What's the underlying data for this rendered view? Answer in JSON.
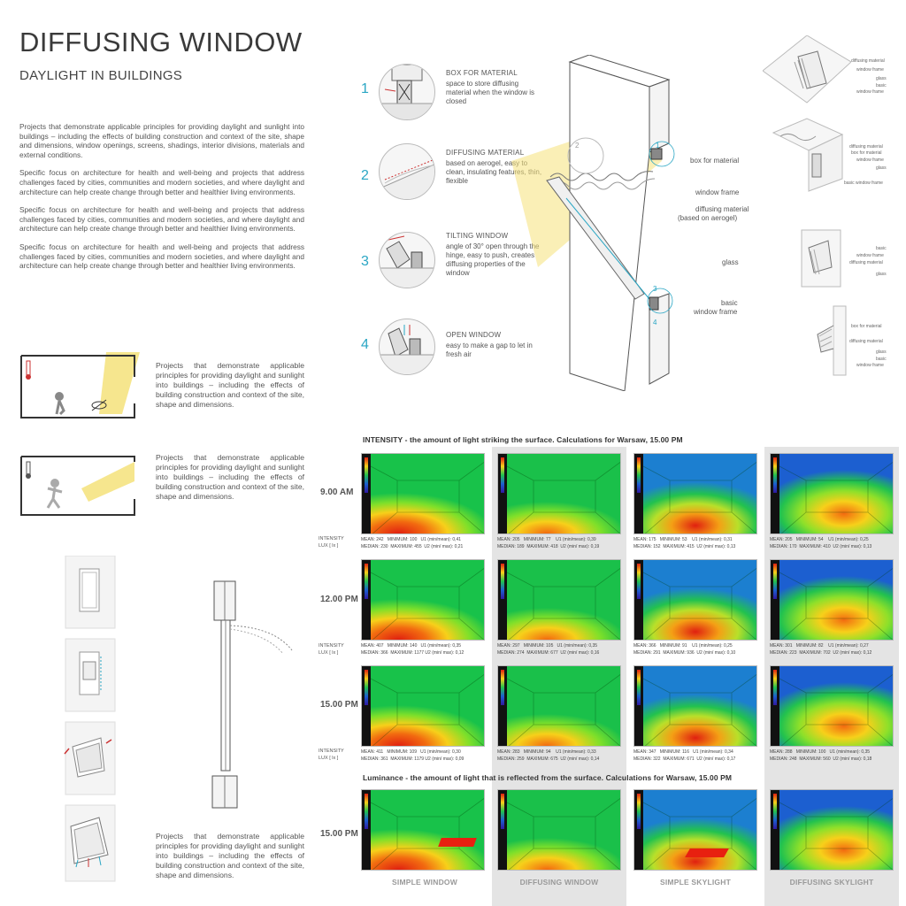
{
  "header": {
    "title": "DIFFUSING WINDOW",
    "subtitle": "DAYLIGHT IN BUILDINGS"
  },
  "intro": [
    "Projects that demonstrate applicable principles for providing daylight and sunlight into buildings – including the effects of building construction and context of the site, shape and dimensions, window openings, screens, shadings, interior divisions, materials and external conditions.",
    "Specific focus on architecture for health and well-being and projects that address challenges faced by cities, communities and modern societies, and where daylight and architecture can help create change through better and healthier living environments.",
    "Specific focus on architecture for health and well-being and projects that address challenges faced by cities, communities and modern societies, and where daylight and architecture can help create change through better and healthier living environments.",
    "Specific focus on architecture for health and well-being and projects that address challenges faced by cities, communities and modern societies, and where daylight and architecture can help create change through better and healthier living environments."
  ],
  "room_captions": {
    "first": "Projects that demonstrate applicable principles for providing daylight and sunlight into buildings – including the effects of building construction and context of the site, shape and dimensions.",
    "second": "Projects that demonstrate applicable principles for providing daylight and sunlight into buildings – including the effects of building construction and context of the site, shape and dimensions.",
    "third": "Projects that demonstrate applicable principles for providing daylight and sunlight into buildings – including the effects of building construction and context of the site, shape and dimensions."
  },
  "steps": [
    {
      "num": "1",
      "title": "BOX FOR MATERIAL",
      "desc": "space to store diffusing material when the window is closed"
    },
    {
      "num": "2",
      "title": "DIFFUSING MATERIAL",
      "desc": "based on aerogel, easy to clean, insulating features, thin, flexible"
    },
    {
      "num": "3",
      "title": "TILTING WINDOW",
      "desc": "angle of 30° open through the hinge, easy to push, creates diffusing properties of the window"
    },
    {
      "num": "4",
      "title": "OPEN WINDOW",
      "desc": "easy to make a gap to let in fresh air"
    }
  ],
  "section_labels": {
    "box": "box for material",
    "frame": "window frame",
    "diff1": "diffusing material",
    "diff2": "(based on aerogel)",
    "glass": "glass",
    "basic1": "basic",
    "basic2": "window frame",
    "c1": "1",
    "c2": "2",
    "c3": "3",
    "c4": "4"
  },
  "axo_labels": {
    "a1": [
      "diffusing material",
      "window frame",
      "glass",
      "basic",
      "window frame"
    ],
    "a2": [
      "diffusing material",
      "box for material",
      "window frame",
      "glass",
      "basic window frame"
    ],
    "a3": [
      "basic",
      "window frame",
      "diffusing material",
      "glass"
    ],
    "a4": [
      "box for material",
      "diffusing material",
      "glass",
      "basic",
      "window frame"
    ]
  },
  "intensity": {
    "heading": "INTENSITY - the amount of light striking the surface. Calculations for Warsaw, 15.00 PM",
    "unit_label": [
      "INTENSITY",
      "LUX [ lx ]"
    ],
    "rows": [
      {
        "time": "9.00 AM",
        "stats": [
          [
            "MEAN: 242   MINIMUM: 100   U1 (min/mean): 0,41",
            "MEDIAN: 230  MAXIMUM: 455  U2 (min/ max): 0,21"
          ],
          [
            "MEAN: 205   MINIMUM: 77    U1 (min/mean): 0,39",
            "MEDIAN: 189  MAXIMUM: 418  U2 (min/ max): 0,19"
          ],
          [
            "MEAN: 175   MINIMUM: 53    U1 (min/mean): 0,31",
            "MEDIAN: 152  MAXIMUM: 415  U2 (min/ max): 0,13"
          ],
          [
            "MEAN: 205   MINIMUM: 54    U1 (min/mean): 0,25",
            "MEDIAN: 170  MAXIMUM: 410  U2 (min/ max): 0,13"
          ]
        ]
      },
      {
        "time": "12.00 PM",
        "stats": [
          [
            "MEAN: 407   MINIMUM: 140   U1 (min/mean): 0,35",
            "MEDIAN: 366  MAXIMUM: 1177 U2 (min/ max): 0,12"
          ],
          [
            "MEAN: 297   MINIMUM: 105   U1 (min/mean): 0,35",
            "MEDIAN: 274  MAXIMUM: 677  U2 (min/ max): 0,16"
          ],
          [
            "MEAN: 366   MINIMUM: 91    U1 (min/mean): 0,25",
            "MEDIAN: 291  MAXIMUM: 936  U2 (min/ max): 0,10"
          ],
          [
            "MEAN: 301   MINIMUM: 82    U1 (min/mean): 0,27",
            "MEDIAN: 223  MAXIMUM: 702  U2 (min/ max): 0,12"
          ]
        ]
      },
      {
        "time": "15.00 PM",
        "stats": [
          [
            "MEAN: 411   MINIMUM: 109   U1 (min/mean): 0,30",
            "MEDIAN: 361  MAXIMUM: 1179 U2 (min/ max): 0,09"
          ],
          [
            "MEAN: 283   MINIMUM: 94    U1 (min/mean): 0,33",
            "MEDIAN: 259  MAXIMUM: 675  U2 (min/ max): 0,14"
          ],
          [
            "MEAN: 347   MINIMUM: 116   U1 (min/mean): 0,34",
            "MEDIAN: 322  MAXIMUM: 671  U2 (min/ max): 0,17"
          ],
          [
            "MEAN: 288   MINIMUM: 100   U1 (min/mean): 0,35",
            "MEDIAN: 248  MAXIMUM: 560  U2 (min/ max): 0,18"
          ]
        ]
      }
    ]
  },
  "luminance": {
    "heading": "Luminance - the amount of light that is reflected from the surface. Calculations for Warsaw, 15.00 PM",
    "time": "15.00 PM"
  },
  "columns": [
    "SIMPLE WINDOW",
    "DIFFUSING WINDOW",
    "SIMPLE SKYLIGHT",
    "DIFFUSING SKYLIGHT"
  ],
  "colors": {
    "accent": "#2aa6c4",
    "panel": "#e4e4e4",
    "sunlight": "#f5e27a"
  }
}
